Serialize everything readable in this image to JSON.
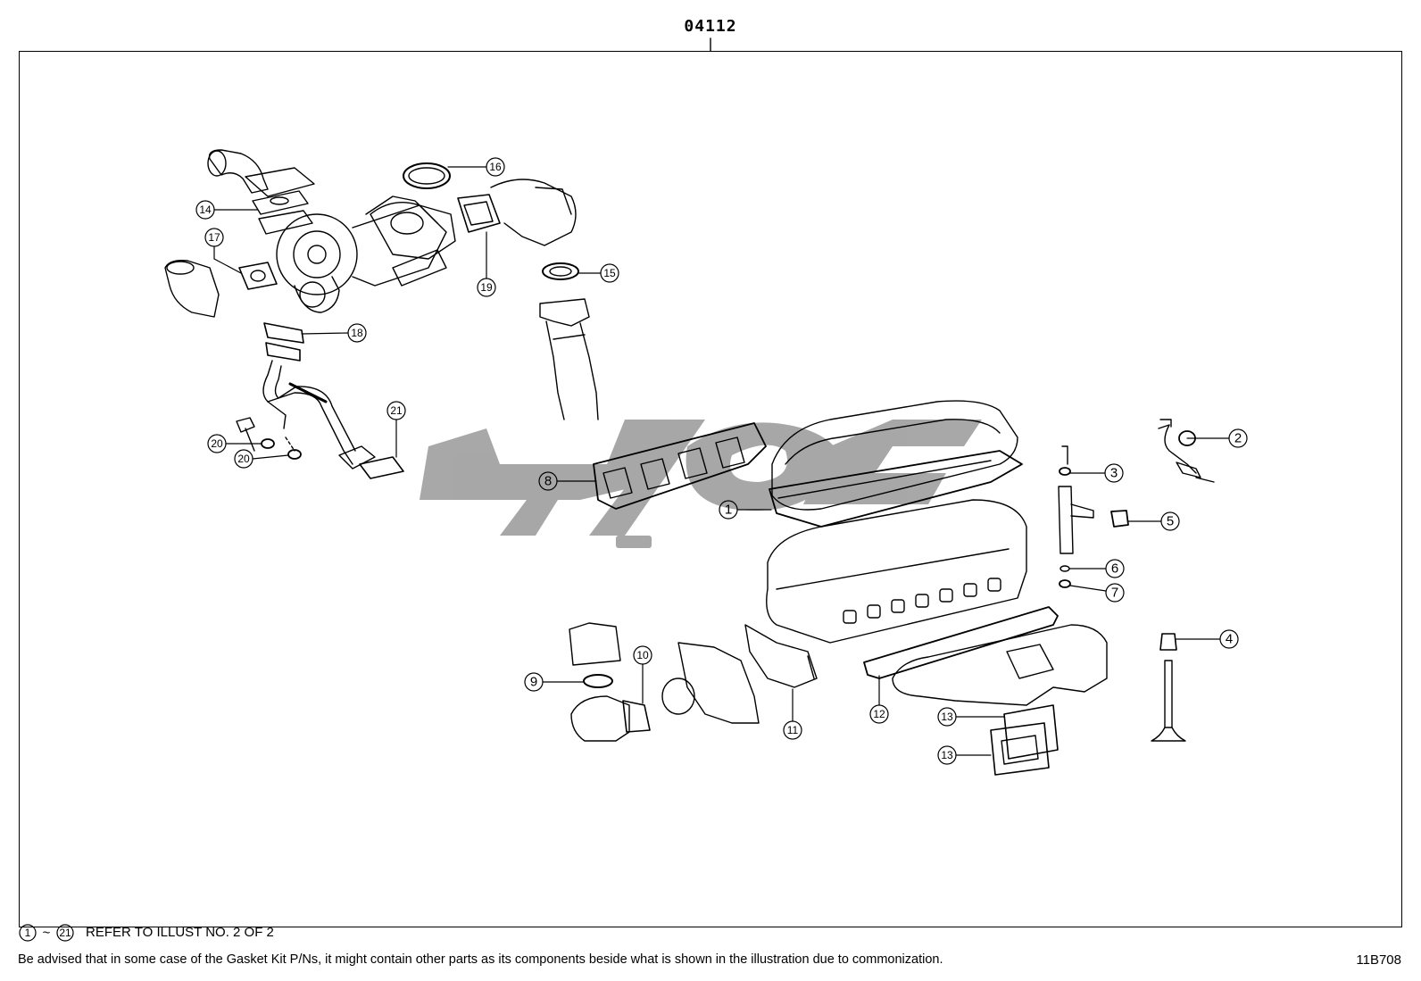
{
  "diagram": {
    "code": "04112",
    "illustration_id": "11B708",
    "notes": {
      "range_start": "1",
      "range_end": "21",
      "range_sep": "~",
      "refer_text": "REFER TO ILLUST NO. 2 OF 2",
      "advisory": "Be advised that in some case of the Gasket Kit P/Ns,  it might contain other parts as its components beside what is shown in the illustration due to commonization."
    },
    "callouts": [
      "1",
      "2",
      "3",
      "4",
      "5",
      "6",
      "7",
      "8",
      "9",
      "10",
      "11",
      "12",
      "13",
      "13",
      "14",
      "15",
      "16",
      "17",
      "18",
      "19",
      "20",
      "20",
      "21"
    ],
    "colors": {
      "line": "#000000",
      "watermark": "#9e9e9e"
    }
  }
}
